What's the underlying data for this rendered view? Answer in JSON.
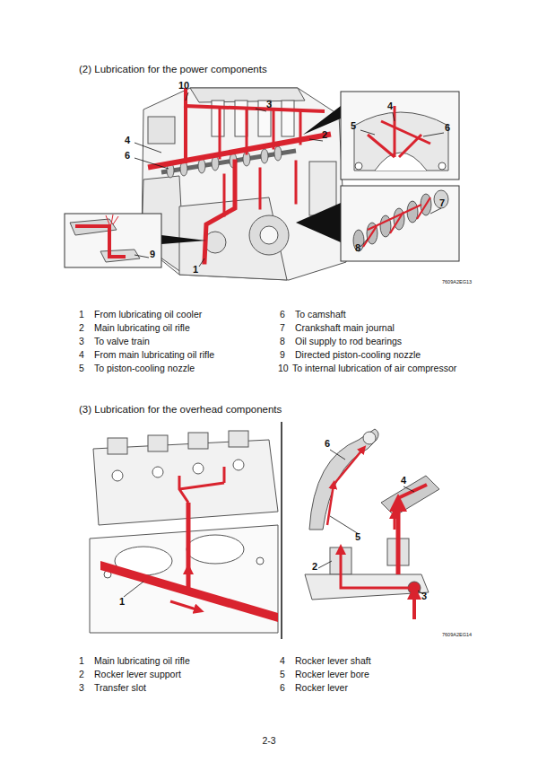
{
  "diagram": {
    "labels": [
      "(2) Lubrication for the power components",
      "10",
      "3",
      "4",
      "6",
      "2",
      "1",
      "4",
      "5",
      "6",
      "7",
      "8",
      "9",
      "7609A2EG13",
      "1",
      "From lubricating oil cooler",
      "6",
      "To camshaft",
      "2",
      "Main lubricating oil rifle",
      "7",
      "Crankshaft main journal",
      "3",
      "To valve train",
      "8",
      "Oil supply to rod bearings",
      "4",
      "From main lubricating oil rifle",
      "9",
      "Directed piston-cooling nozzle",
      "5",
      "To piston-cooling nozzle",
      "10",
      "To internal lubrication of air compressor",
      "(3) Lubrication for the overhead components",
      "1",
      "6",
      "4",
      "5",
      "2",
      "3",
      "7609A2EG14",
      "1",
      "Main lubricating oil rifle",
      "4",
      "Rocker lever shaft",
      "2",
      "Rocker lever support",
      "5",
      "Rocker lever bore",
      "3",
      "Transfer slot",
      "6",
      "Rocker lever",
      "2-3"
    ]
  }
}
